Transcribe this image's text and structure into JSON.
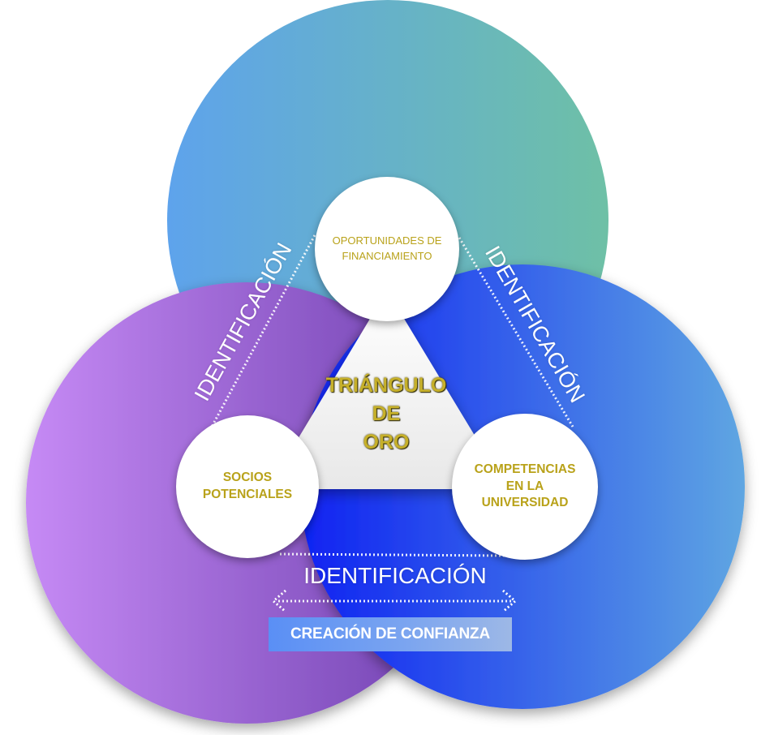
{
  "colors": {
    "circle_top": [
      "#5ea3ec",
      "#6ec0a6"
    ],
    "circle_left": [
      "#c68af5",
      "#6d3fae"
    ],
    "circle_right": [
      "#0f22f2",
      "#5fa6e2"
    ],
    "node_text": "#b9a21a",
    "center_text": "#c6b02a"
  },
  "nodes": {
    "top": "OPORTUNIDADES DE FINANCIAMIENTO",
    "left": "SOCIOS POTENCIALES",
    "right": "COMPETENCIAS EN LA UNIVERSIDAD"
  },
  "center": {
    "line1": "TRIÁNGULO",
    "line2": "DE",
    "line3": "ORO"
  },
  "labels": {
    "left": "IDENTIFICACIÓN",
    "right": "IDENTIFICACIÓN",
    "bottom": "IDENTIFICACIÓN"
  },
  "trust_box": "CREACIÓN DE CONFIANZA"
}
